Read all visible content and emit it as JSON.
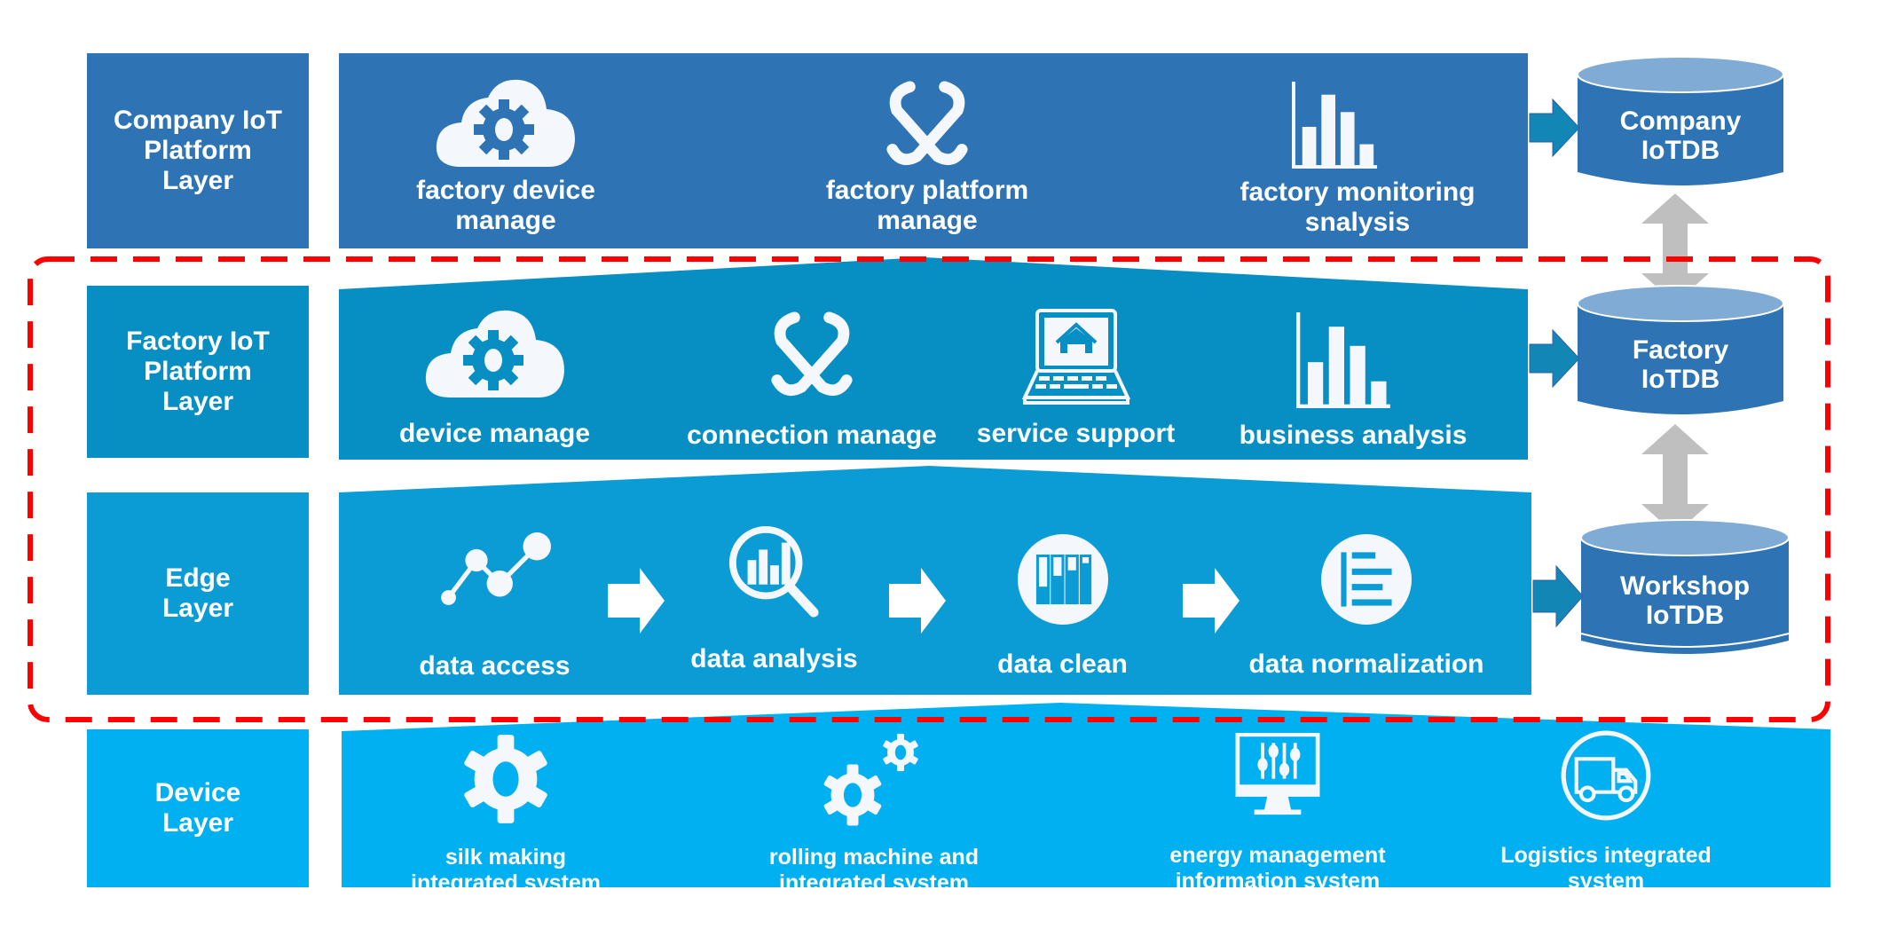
{
  "colors": {
    "company_layer": "#2e74b5",
    "factory_layer": "#078ec2",
    "edge_layer": "#0b9cd6",
    "device_layer": "#00b0f0",
    "db_body": "#2e74b5",
    "db_top": "#7fabd5",
    "flow_arrow": "#1287b5",
    "sync_arrow": "#bfbfbf",
    "dashed_boundary": "#ff0000"
  },
  "layers": {
    "company": {
      "label": "Company IoT\nPlatform\nLayer",
      "items": [
        {
          "icon": "cloud-gear-icon",
          "label": "factory device\nmanage"
        },
        {
          "icon": "chain-link-icon",
          "label": "factory platform\nmanage"
        },
        {
          "icon": "bar-chart-icon",
          "label": "factory monitoring\nsnalysis"
        }
      ]
    },
    "factory": {
      "label": "Factory IoT\nPlatform\nLayer",
      "items": [
        {
          "icon": "cloud-gear-icon",
          "label": "device manage"
        },
        {
          "icon": "chain-link-icon",
          "label": "connection manage"
        },
        {
          "icon": "laptop-home-icon",
          "label": "service support"
        },
        {
          "icon": "bar-chart-icon",
          "label": "business analysis"
        }
      ]
    },
    "edge": {
      "label": "Edge\nLayer",
      "items": [
        {
          "icon": "line-graph-icon",
          "label": "data access"
        },
        {
          "icon": "magnifier-chart-icon",
          "label": "data analysis"
        },
        {
          "icon": "bars-circle-icon",
          "label": "data clean"
        },
        {
          "icon": "list-circle-icon",
          "label": "data normalization"
        }
      ]
    },
    "device": {
      "label": "Device\nLayer",
      "items": [
        {
          "icon": "gear-icon",
          "label": "silk making\nintegrated system"
        },
        {
          "icon": "gears-icon",
          "label": "rolling machine and\nintegrated system"
        },
        {
          "icon": "monitor-sliders-icon",
          "label": "energy management\ninformation system"
        },
        {
          "icon": "truck-circle-icon",
          "label": "Logistics integrated\nsystem"
        }
      ]
    }
  },
  "databases": [
    {
      "label": "Company\nIoTDB"
    },
    {
      "label": "Factory\nIoTDB"
    },
    {
      "label": "Workshop\nIoTDB"
    }
  ]
}
